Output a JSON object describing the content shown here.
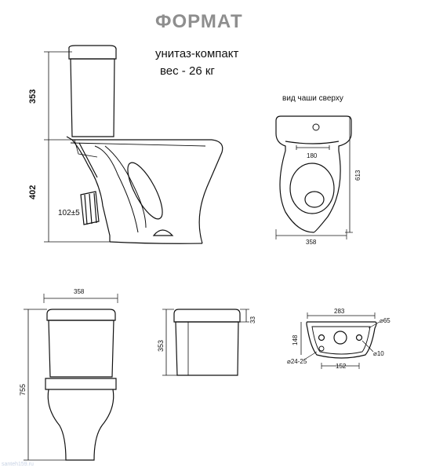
{
  "title": "ФОРМАТ",
  "subtitle": "унитаз-компакт",
  "weight": "вес - 26 кг",
  "top_view_caption": "вид чаши сверху",
  "dimensions": {
    "tank_height": "353",
    "bowl_height": "402",
    "outlet": "102±5",
    "bowl_inner": "180",
    "bowl_depth": "613",
    "bowl_width": "358",
    "front_width": "358",
    "total_height": "755",
    "tank_side_height": "353",
    "tank_lid": "33",
    "lid_width": "283",
    "lid_depth": "148",
    "hole_spacing": "152",
    "hole_large": "⌀65",
    "hole_small": "⌀10",
    "hole_range": "⌀24-25"
  },
  "watermark": "santeh159.ru"
}
